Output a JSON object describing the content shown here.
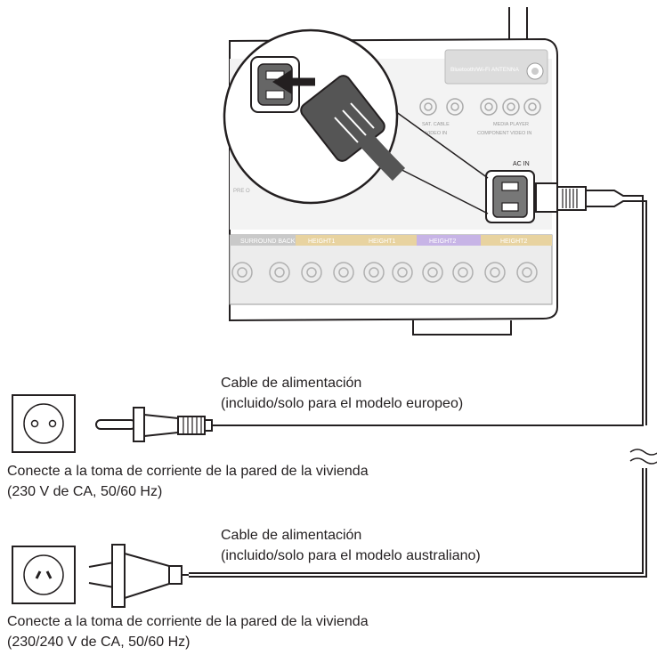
{
  "receiver": {
    "antenna_label": "Bluetooth/Wi-Fi ANTENNA",
    "ac_in_label": "AC IN",
    "pre_out_label": "PRE O",
    "jack_labels": {
      "video_in": "VIDEO IN",
      "sat_cable": "SAT. CABLE",
      "media_player": "MEDIA PLAYER",
      "component_video_in": "COMPONENT VIDEO IN"
    },
    "speaker_labels": [
      "SURROUND BACK",
      "HEIGHT1",
      "HEIGHT1",
      "HEIGHT2",
      "HEIGHT2"
    ]
  },
  "european": {
    "cable_title": "Cable de alimentación",
    "cable_note": "(incluido/solo para el modelo europeo)",
    "outlet_line1": "Conecte a la toma de corriente de la pared de la vivienda",
    "outlet_line2": "(230 V de CA, 50/60 Hz)"
  },
  "australian": {
    "cable_title": "Cable de alimentación",
    "cable_note": "(incluido/solo para el modelo australiano)",
    "outlet_line1": "Conecte a la toma de corriente de la pared de la vivienda",
    "outlet_line2": "(230/240 V de CA, 50/60 Hz)"
  },
  "colors": {
    "line": "#231f20",
    "panel": "#f1f1f1",
    "cable": "#555555",
    "surround_back": "#c9c9c9",
    "height1": "#e8d3a0",
    "height2": "#c7b4e6"
  }
}
